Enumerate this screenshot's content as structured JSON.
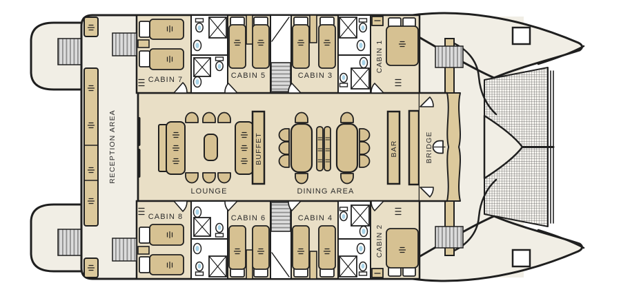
{
  "plan_title": "catamaran-deck-plan",
  "labels": {
    "reception": "RECEPTION AREA",
    "cabin7": "CABIN 7",
    "cabin8": "CABIN 8",
    "cabin5": "CABIN 5",
    "cabin6": "CABIN 6",
    "cabin3": "CABIN 3",
    "cabin4": "CABIN 4",
    "cabin1": "CABIN 1",
    "cabin2": "CABIN 2",
    "lounge": "LOUNGE",
    "buffet": "BUFFET",
    "dining": "DINING AREA",
    "bar": "BAR",
    "bridge": "BRIDGE"
  },
  "icons": [
    "bed",
    "pillow",
    "chair",
    "sofa",
    "coffee-table",
    "dining-table",
    "sideboard",
    "toilet",
    "sink",
    "shower",
    "stairs",
    "door",
    "trampoline-net",
    "helm-seat",
    "console",
    "hatch",
    "bench",
    "mast-beam"
  ],
  "colors": {
    "line": "#1f1f1f",
    "deck": "#f1eee5",
    "band": "#e9dfc6",
    "furn": "#dcc99c",
    "bed": "#d6c192",
    "white": "#ffffff",
    "blue": "#a9d4e8",
    "stairBg": "#dcdcdc",
    "stairLine": "#8f8f8f",
    "netLine": "#4a4a4a",
    "label": "#2b2b2b"
  }
}
